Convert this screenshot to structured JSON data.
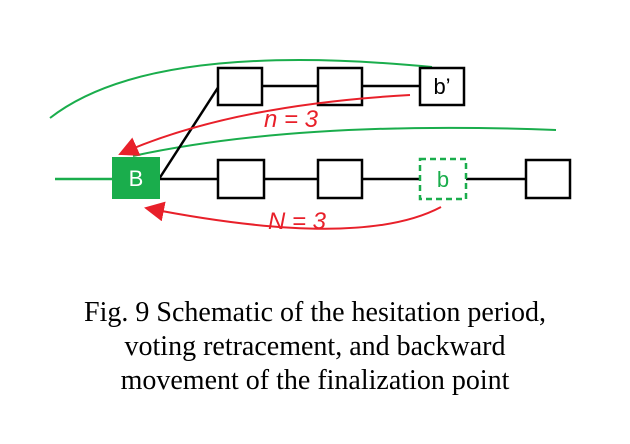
{
  "diagram": {
    "labels": {
      "main_block": "B",
      "candidate_block": "b",
      "fork_block": "b’",
      "retracement": "n = 3",
      "backward": "N = 3"
    },
    "colors": {
      "green": "#1aad4c",
      "red": "#e8202a",
      "black": "#000000"
    }
  },
  "caption": {
    "line1": "Fig. 9 Schematic of the hesitation period,",
    "line2": "voting retracement, and backward",
    "line3": "movement of the finalization point"
  }
}
